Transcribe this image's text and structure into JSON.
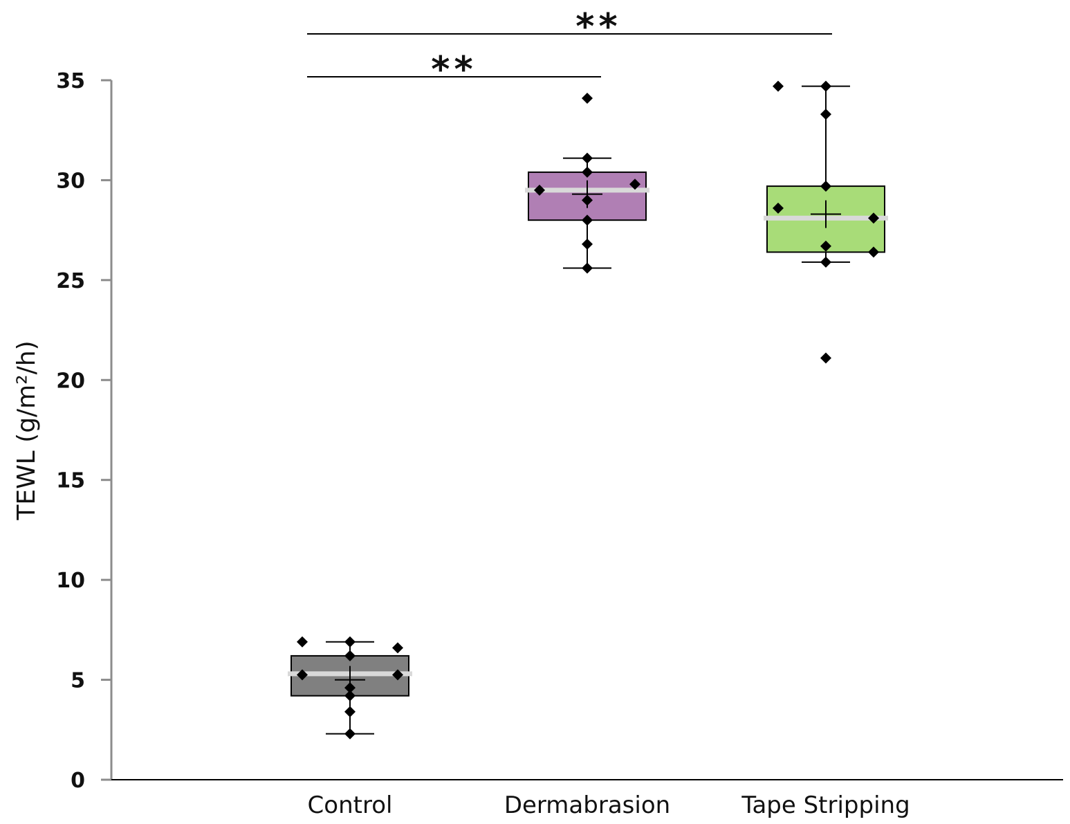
{
  "chart_data": {
    "type": "boxplot",
    "title": "",
    "xlabel": "",
    "ylabel": "TEWL (g/m²/h)",
    "ylim": [
      0,
      35
    ],
    "yticks": [
      0,
      5,
      10,
      15,
      20,
      25,
      30,
      35
    ],
    "grid": false,
    "categories": [
      "Control",
      "Dermabrasion",
      "Tape Stripping"
    ],
    "groups": [
      {
        "name": "Control",
        "color": "#808080",
        "q1": 4.2,
        "median": 5.3,
        "q3": 6.2,
        "whisker_low": 2.3,
        "whisker_high": 6.9,
        "mean": 5.0,
        "points": [
          6.9,
          5.25,
          6.9,
          6.2,
          4.6,
          4.2,
          3.4,
          2.3,
          6.6,
          5.25
        ]
      },
      {
        "name": "Dermabrasion",
        "color": "#B07FB4",
        "q1": 28.0,
        "median": 29.5,
        "q3": 30.4,
        "whisker_low": 25.6,
        "whisker_high": 31.1,
        "mean": 29.3,
        "points": [
          29.5,
          34.1,
          31.1,
          30.4,
          29.0,
          28.0,
          26.8,
          25.6,
          29.8
        ]
      },
      {
        "name": "Tape Stripping",
        "color": "#A8DC78",
        "q1": 26.4,
        "median": 28.1,
        "q3": 29.7,
        "whisker_low": 25.9,
        "whisker_high": 34.7,
        "mean": 28.3,
        "points": [
          34.7,
          28.6,
          26.7,
          34.7,
          29.7,
          25.9,
          21.1,
          33.3,
          28.1,
          26.4
        ]
      }
    ],
    "significance": [
      {
        "from": "Control",
        "to": "Dermabrasion",
        "label": "**"
      },
      {
        "from": "Control",
        "to": "Tape Stripping",
        "label": "**"
      }
    ]
  },
  "colors": {
    "axis": "#8c8c8c",
    "median_line": "#d9d9d9",
    "marker": "#000000"
  }
}
